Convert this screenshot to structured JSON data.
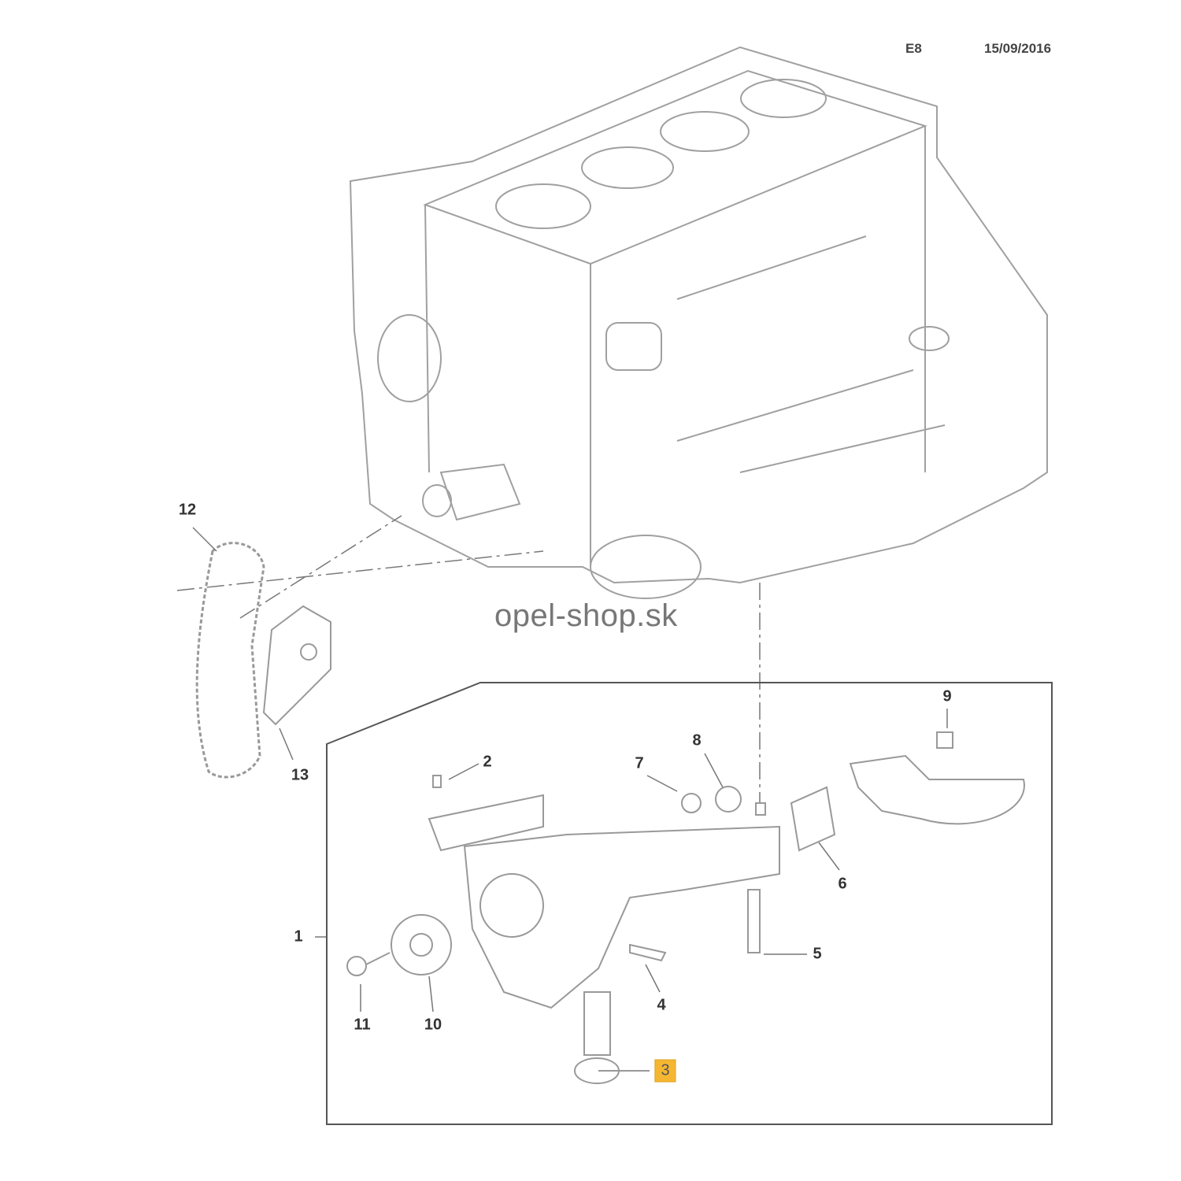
{
  "header": {
    "code": "E8",
    "date": "15/09/2016"
  },
  "watermark": "opel-shop.sk",
  "callouts": {
    "c1": "1",
    "c2": "2",
    "c3": "3",
    "c4": "4",
    "c5": "5",
    "c6": "6",
    "c7": "7",
    "c8": "8",
    "c9": "9",
    "c10": "10",
    "c11": "11",
    "c12": "12",
    "c13": "13"
  },
  "highlighted_part": "3",
  "colors": {
    "highlight": "#f5b731",
    "line": "#555555",
    "drawing": "#9a9a9a"
  }
}
